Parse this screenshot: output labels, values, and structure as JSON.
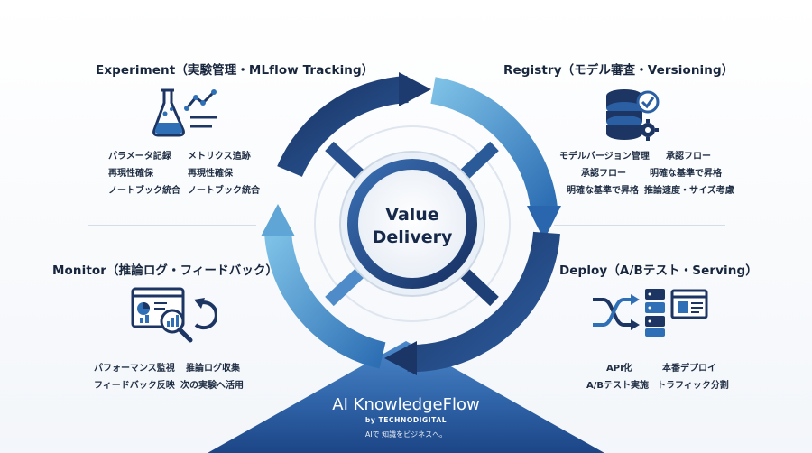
{
  "center": {
    "line1": "Value",
    "line2": "Delivery"
  },
  "experiment": {
    "title": "Experiment（実験管理・MLflow Tracking）",
    "col1": [
      "パラメータ記録",
      "再現性確保",
      "ノートブック統合"
    ],
    "col2": [
      "メトリクス追跡",
      "再現性確保",
      "ノートブック統合"
    ],
    "icon": "flask-chart-icon"
  },
  "registry": {
    "title": "Registry（モデル審査・Versioning）",
    "col1": [
      "モデルバージョン管理",
      "承認フロー",
      "明確な基準で昇格"
    ],
    "col2": [
      "承認フロー",
      "明確な基準で昇格",
      "推論速度・サイズ考慮"
    ],
    "icon": "database-check-gear-icon"
  },
  "monitor": {
    "title": "Monitor（推論ログ・フィードバック）",
    "col1": [
      "パフォーマンス監視",
      "フィードバック反映"
    ],
    "col2": [
      "推論ログ収集",
      "次の実験へ活用"
    ],
    "icon": "dashboard-magnifier-refresh-icon"
  },
  "deploy": {
    "title": "Deploy（A/Bテスト・Serving）",
    "col1": [
      "API化",
      "A/Bテスト実施"
    ],
    "col2": [
      "本番デプロイ",
      "トラフィック分割"
    ],
    "icon": "shuffle-server-window-icon"
  },
  "brand": {
    "name": "AI KnowledgeFlow",
    "by": "by TECHNODIGITAL",
    "tagline": "AIで 知識をビジネスへ。"
  },
  "colors": {
    "dark": "#1b3a6b",
    "mid": "#2d63a8",
    "light": "#5fa8d8",
    "text": "#17263d"
  }
}
